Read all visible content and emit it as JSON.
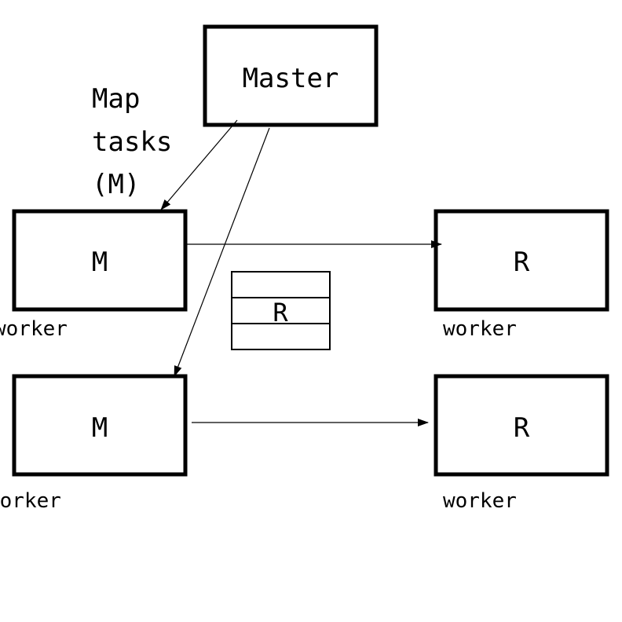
{
  "master": {
    "label": "Master"
  },
  "annotation": {
    "lines": [
      "Map",
      "tasks",
      "(M)"
    ]
  },
  "map_workers": [
    {
      "label": "M",
      "caption": "worker"
    },
    {
      "label": "M",
      "caption": "worker"
    }
  ],
  "reduce_workers": [
    {
      "label": "R",
      "caption": "worker"
    },
    {
      "label": "R",
      "caption": "worker"
    }
  ],
  "queue": {
    "label": "R"
  },
  "colors": {
    "stroke": "#000000",
    "background": "#ffffff"
  }
}
